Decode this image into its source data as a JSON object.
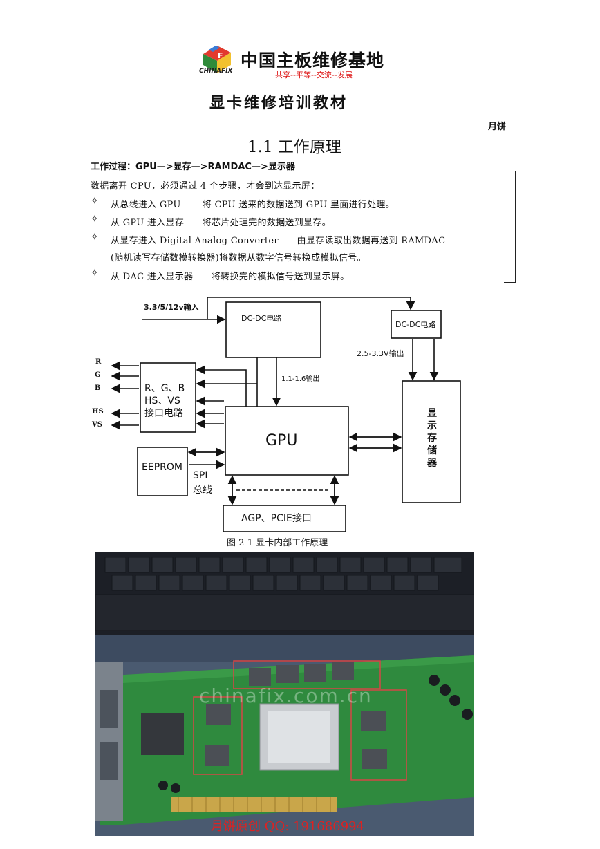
{
  "header": {
    "logo_brand": "CHINAFIX",
    "logo_title": "中国主板维修基地",
    "logo_slogan": "共享--平等--交流--发展"
  },
  "doc_title": "显卡维修培训教材",
  "author": "月饼",
  "section_title": "1.1  工作原理",
  "process_line": "工作过程：GPU—>显存—>RAMDAC—>显示器",
  "box": {
    "intro": "数据离开 CPU，必须通过  4  个步骤，才会到达显示屏：",
    "bullet_symbol": "✧",
    "steps": [
      "从总线进入 GPU  ——将 CPU 送来的数据送到 GPU 里面进行处理。",
      "从  GPU  进入显存——将芯片处理完的数据送到显存。",
      "从显存进入  Digital  Analog  Converter——由显存读取出数据再送到 RAMDAC",
      "从  DAC  进入显示器——将转换完的模拟信号送到显示屏。"
    ],
    "step3_continuation": "(随机读写存储数模转换器)将数据从数字信号转换成模拟信号。"
  },
  "diagram": {
    "input_label": "3.3/5/12v输入",
    "dcdc_main": "DC-DC电路",
    "dcdc_right": "DC-DC电路",
    "output_right": "2.5-3.3V输出",
    "output_mid": "1.1-1.6输出",
    "signals": [
      "R",
      "G",
      "B",
      "HS",
      "VS"
    ],
    "interface_lines": [
      "R、G、B",
      "HS、VS",
      "接口电路"
    ],
    "gpu": "GPU",
    "memory_chars": [
      "显",
      "示",
      "存",
      "储",
      "器"
    ],
    "eeprom": "EEPROM",
    "spi_lines": [
      "SPI",
      "总线"
    ],
    "bus": "AGP、PCIE接口"
  },
  "figure_caption": "图 2-1  显卡内部工作原理",
  "photo": {
    "watermark": "chinafix.com.cn",
    "caption": "月饼原创  QQ: 191686994"
  }
}
